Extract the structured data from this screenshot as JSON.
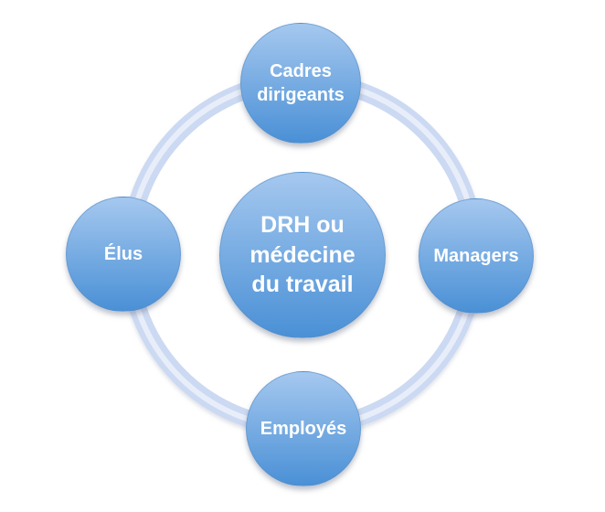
{
  "colors": {
    "background": "#ffffff",
    "circle_gradient_top": "#a5c8ef",
    "circle_gradient_bottom": "#4a90d6",
    "ring": "#ccd9f2",
    "label_text": "#ffffff"
  },
  "diagram": {
    "type": "cycle",
    "center_node": {
      "label": "DRH ou\nmédecine\ndu travail"
    },
    "satellite_nodes": [
      {
        "position": "top",
        "label": "Cadres\ndirigeants"
      },
      {
        "position": "right",
        "label": "Managers"
      },
      {
        "position": "bottom",
        "label": "Employés"
      },
      {
        "position": "left",
        "label": "Élus"
      }
    ]
  }
}
